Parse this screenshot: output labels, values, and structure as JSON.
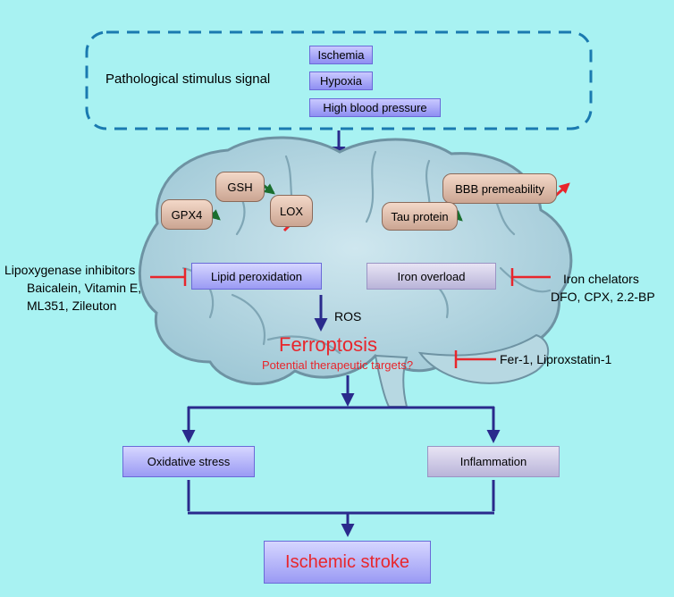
{
  "stimulus": {
    "label": "Pathological stimulus signal",
    "items": [
      "Ischemia",
      "Hypoxia",
      "High blood pressure"
    ]
  },
  "markers": {
    "gsh": "GSH",
    "gpx4": "GPX4",
    "lox": "LOX",
    "tau": "Tau protein",
    "bbb": "BBB premeability"
  },
  "lipid": {
    "box": "Lipid peroxidation",
    "inhibitor_title": "Lipoxygenase inhibitors",
    "inhibitor_line2": "Baicalein, Vitamin E,",
    "inhibitor_line3": "ML351, Zileuton"
  },
  "iron": {
    "box": "Iron overload",
    "chelator_title": "Iron chelators",
    "chelator_line2": "DFO, CPX, 2.2-BP"
  },
  "ros": "ROS",
  "ferroptosis": {
    "title": "Ferroptosis",
    "subtitle": "Potential therapeutic targets?",
    "inhibitors": "Fer-1, Liproxstatin-1"
  },
  "outcomes": {
    "oxidative": "Oxidative stress",
    "inflammation": "Inflammation",
    "stroke": "Ischemic stroke"
  },
  "colors": {
    "background": "#a8f2f2",
    "arrow": "#2a2a8c",
    "inhibit": "#e8262c",
    "up_arrow": "#e8262c",
    "down_arrow": "#1a6e2e",
    "dashed": "#1a7ab0"
  }
}
